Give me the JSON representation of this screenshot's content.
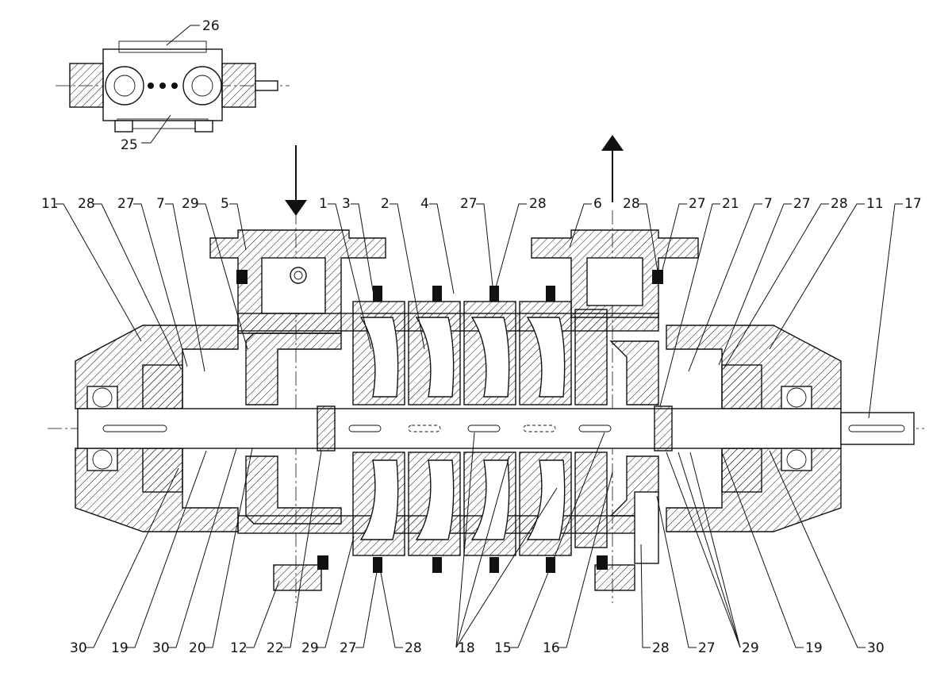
{
  "top_view": {
    "labels": [
      "26",
      "25"
    ]
  },
  "top_labels": [
    "11",
    "28",
    "27",
    "7",
    "29",
    "5",
    "1",
    "3",
    "2",
    "4",
    "27",
    "28",
    "6",
    "28",
    "27",
    "21",
    "7",
    "27",
    "28",
    "11",
    "17"
  ],
  "bottom_labels": [
    "30",
    "19",
    "30",
    "20",
    "12",
    "22",
    "29",
    "27",
    "28",
    "18",
    "15",
    "16",
    "28",
    "27",
    "29",
    "19",
    "30"
  ],
  "flow": {
    "inlet_arrow": "down-arrow",
    "outlet_arrow": "up-arrow"
  }
}
